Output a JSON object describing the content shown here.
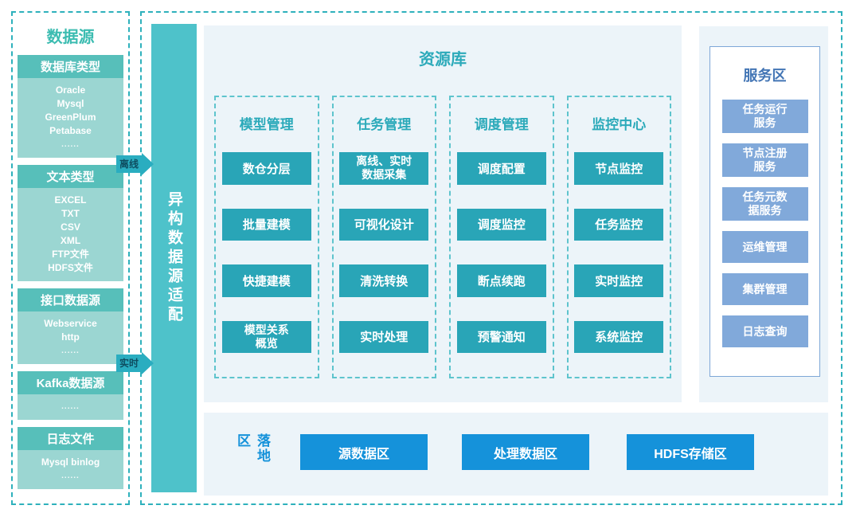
{
  "colors": {
    "teal_border": "#2eb1bc",
    "teal_section_header": "#57bfba",
    "teal_section_body": "#9bd6d2",
    "teal_bar": "#4ec2ca",
    "teal_box": "#29a5b7",
    "teal_heading_text": "#2caaba",
    "blue_accent": "#1592da",
    "service_box": "#81a9da",
    "service_border": "#7ea7d7",
    "service_title": "#4476b5",
    "panel_bg": "#ecf4f9"
  },
  "left_panel": {
    "title": "数据源",
    "sections": [
      {
        "header": "数据库类型",
        "items": [
          "Oracle",
          "Mysql",
          "GreenPlum",
          "Petabase",
          "......"
        ]
      },
      {
        "header": "文本类型",
        "items": [
          "EXCEL",
          "TXT",
          "CSV",
          "XML",
          "FTP文件",
          "HDFS文件"
        ]
      },
      {
        "header": "接口数据源",
        "items": [
          "Webservice",
          "http",
          "......"
        ]
      },
      {
        "header": "Kafka数据源",
        "items": [
          "......"
        ]
      },
      {
        "header": "日志文件",
        "items": [
          "Mysql binlog",
          "......"
        ]
      }
    ]
  },
  "flow": {
    "adapter_label": "异构数据源适配",
    "arrows": [
      {
        "label": "离线"
      },
      {
        "label": "实时"
      }
    ]
  },
  "resource_panel": {
    "title": "资源库",
    "columns": [
      {
        "header": "模型管理",
        "items": [
          "数仓分层",
          "批量建模",
          "快捷建模",
          "模型关系\n概览"
        ]
      },
      {
        "header": "任务管理",
        "items": [
          "离线、实时\n数据采集",
          "可视化设计",
          "清洗转换",
          "实时处理"
        ]
      },
      {
        "header": "调度管理",
        "items": [
          "调度配置",
          "调度监控",
          "断点续跑",
          "预警通知"
        ]
      },
      {
        "header": "监控中心",
        "items": [
          "节点监控",
          "任务监控",
          "实时监控",
          "系统监控"
        ]
      }
    ]
  },
  "landing_panel": {
    "title": "落地区",
    "items": [
      "源数据区",
      "处理数据区",
      "HDFS存储区"
    ]
  },
  "service_panel": {
    "title": "服务区",
    "items": [
      "任务运行\n服务",
      "节点注册\n服务",
      "任务元数\n据服务",
      "运维管理",
      "集群管理",
      "日志查询"
    ]
  }
}
